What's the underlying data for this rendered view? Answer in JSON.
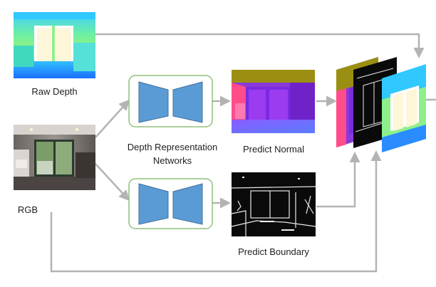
{
  "labels": {
    "raw_depth": "Raw Depth",
    "rgb": "RGB",
    "network_line1": "Depth Representation",
    "network_line2": "Networks",
    "predict_normal": "Predict Normal",
    "predict_boundary": "Predict Boundary"
  },
  "colors": {
    "arrow": "#b3b3b3",
    "network_box_border": "#8fc17a",
    "network_shape": "#5b9bd5",
    "network_shape_border": "#41719c"
  },
  "nodes": [
    {
      "id": "raw-depth-image",
      "kind": "image",
      "depicts": "raw depth map (rainbow colormap)"
    },
    {
      "id": "rgb-image",
      "kind": "image",
      "depicts": "indoor room photo"
    },
    {
      "id": "network-top",
      "kind": "encoder-decoder"
    },
    {
      "id": "network-bottom",
      "kind": "encoder-decoder"
    },
    {
      "id": "normal-image",
      "kind": "image",
      "depicts": "surface normal map"
    },
    {
      "id": "boundary-image",
      "kind": "image",
      "depicts": "boundary edge map"
    },
    {
      "id": "stack",
      "kind": "image-stack",
      "depicts": "normal, boundary and depth layers"
    }
  ],
  "edges": [
    {
      "from": "raw-depth-image",
      "to": "stack"
    },
    {
      "from": "rgb-image",
      "to": "network-top"
    },
    {
      "from": "rgb-image",
      "to": "network-bottom"
    },
    {
      "from": "rgb-image",
      "to": "stack"
    },
    {
      "from": "network-top",
      "to": "normal-image"
    },
    {
      "from": "network-bottom",
      "to": "boundary-image"
    },
    {
      "from": "normal-image",
      "to": "stack"
    },
    {
      "from": "boundary-image",
      "to": "stack"
    }
  ]
}
